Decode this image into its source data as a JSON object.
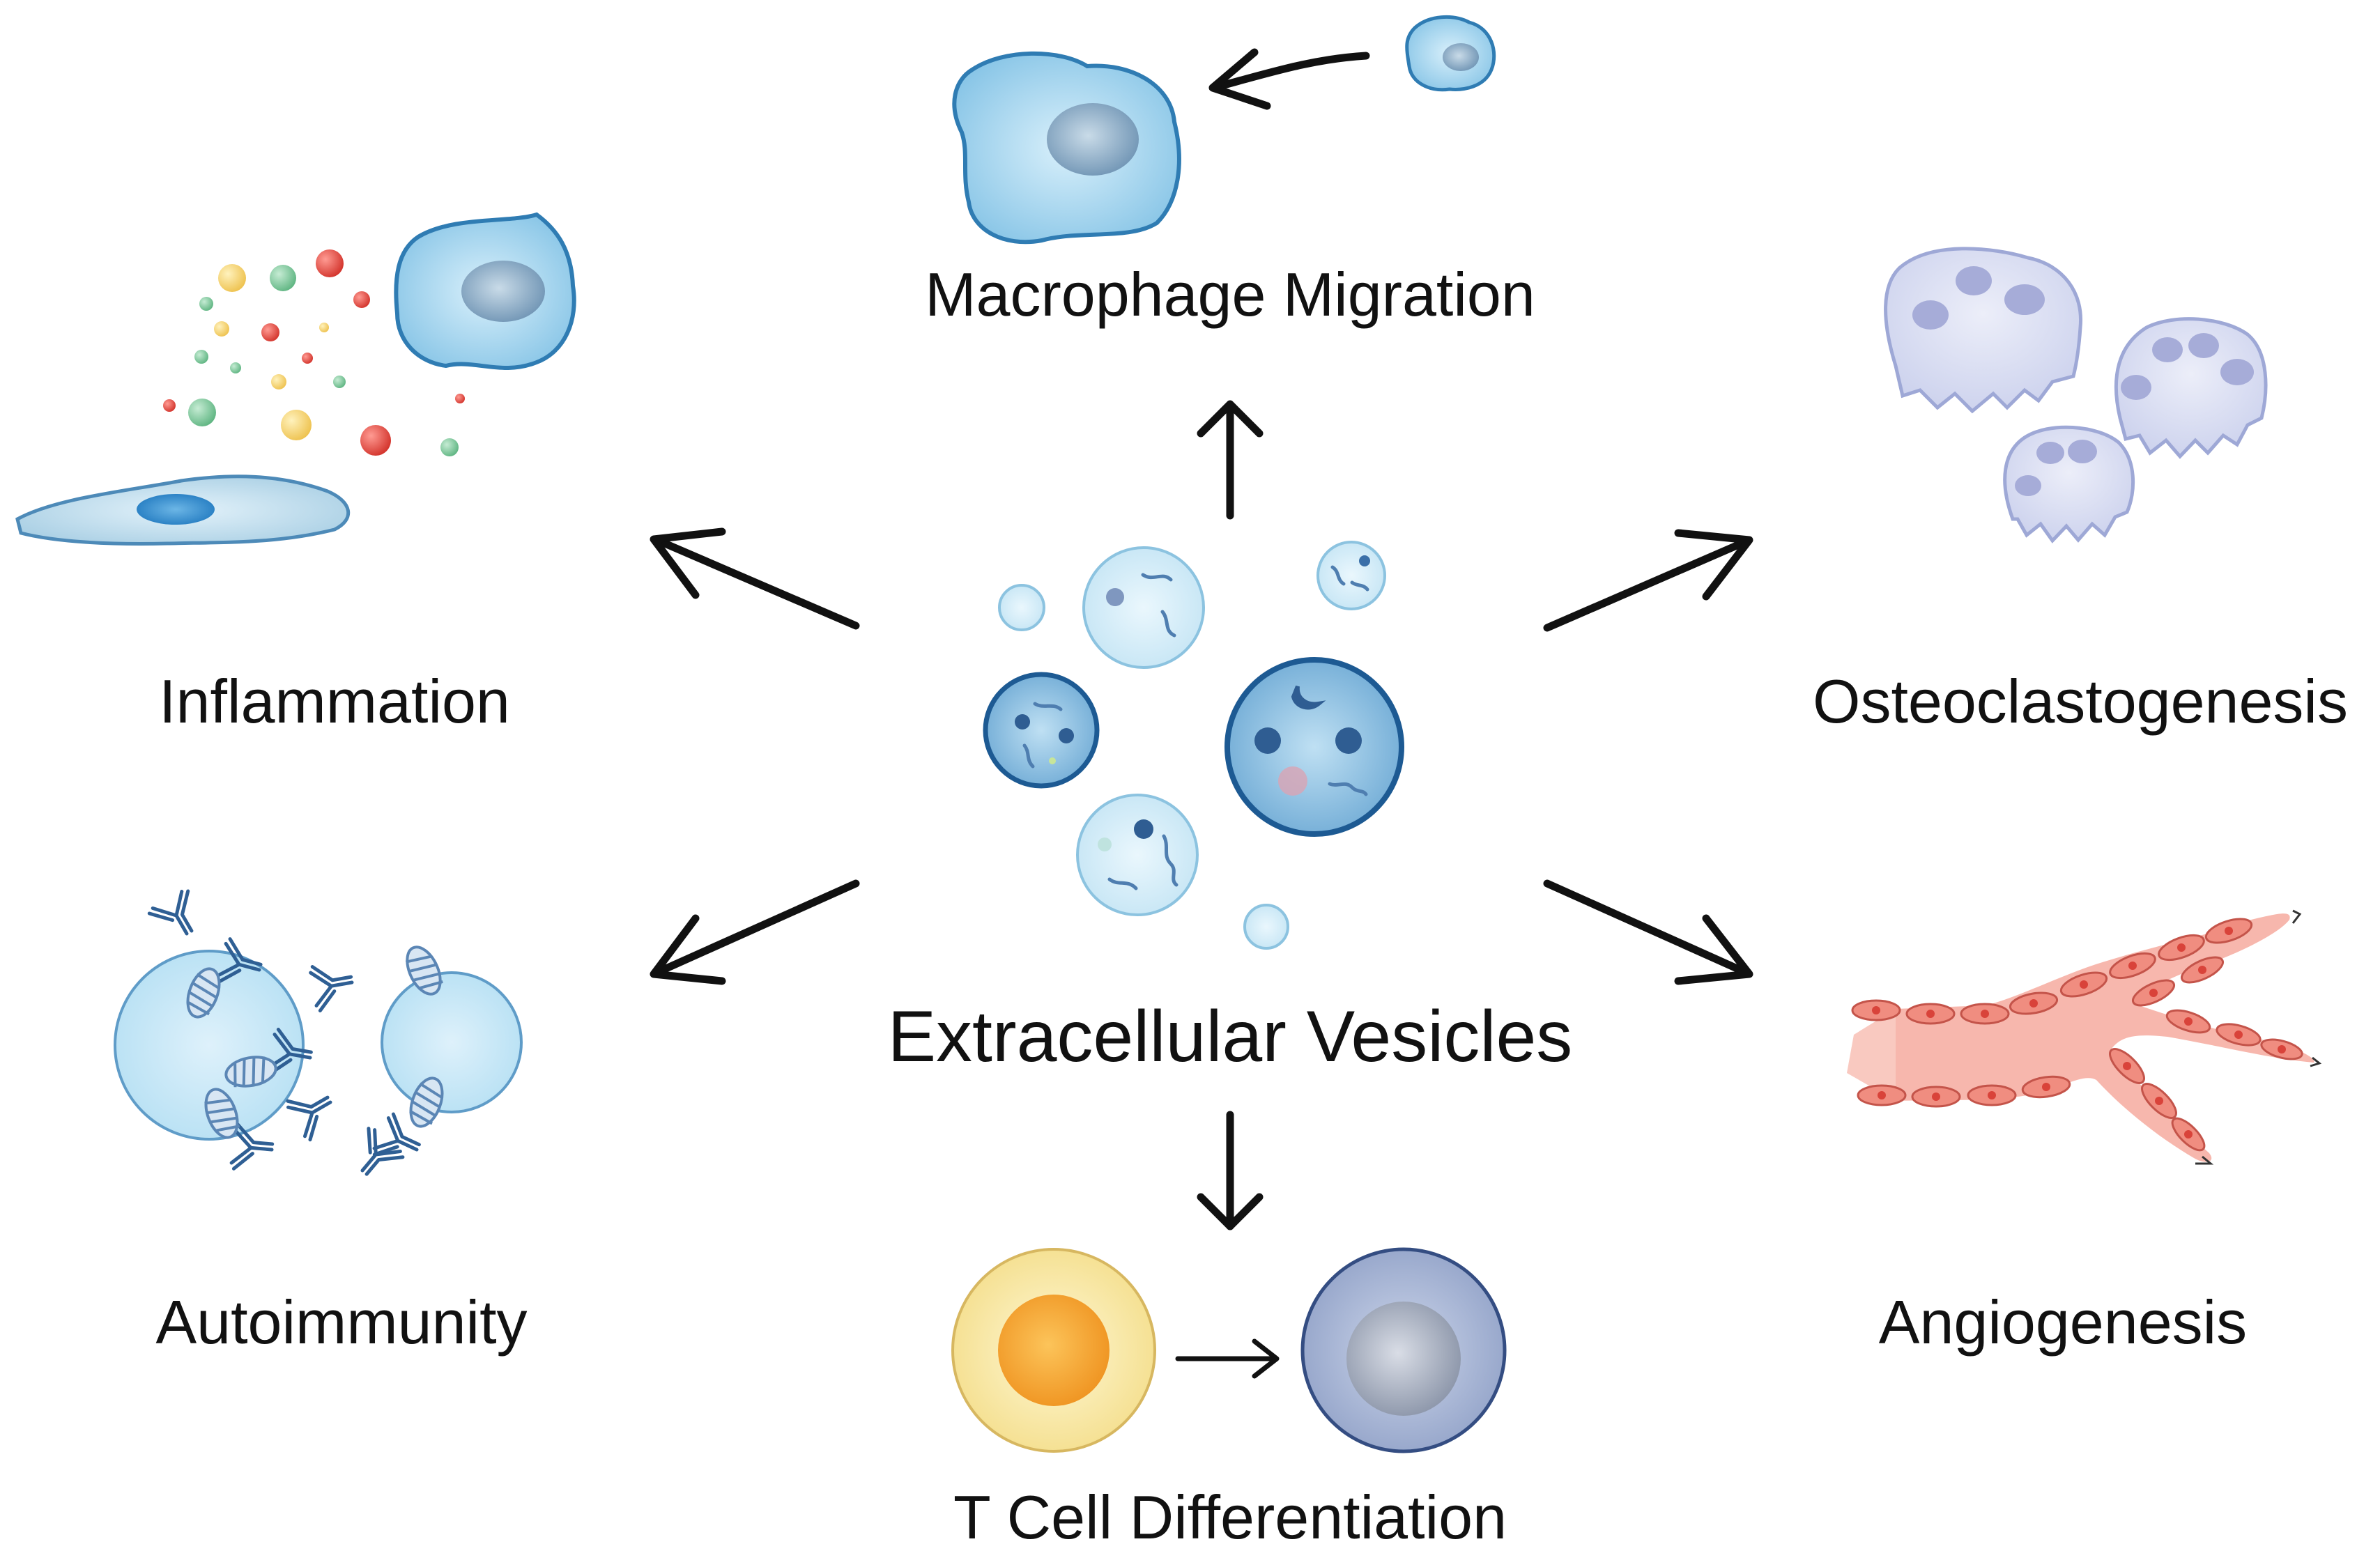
{
  "center": {
    "label": "Extracellular Vesicles"
  },
  "outcomes": {
    "macrophage_migration": "Macrophage Migration",
    "inflammation": "Inflammation",
    "osteoclastogenesis": "Osteoclastogenesis",
    "autoimmunity": "Autoimmunity",
    "angiogenesis": "Angiogenesis",
    "t_cell_differentiation": "T Cell Differentiation"
  },
  "colors": {
    "vesicle_light": "#d6eef9",
    "vesicle_dark": "#7fb5db",
    "vesicle_outline": "#1d5a93",
    "macrophage": "#a9d8f0",
    "osteoclast": "#d6daf2",
    "t_cell_naive": "#fbe9a6",
    "t_cell_naive_nucleus": "#f6a32a",
    "t_cell_diff": "#aab7d6",
    "endothelium": "#f7b7ad",
    "cytokine_red": "#e0443c",
    "cytokine_green": "#7cc79a",
    "cytokine_yellow": "#f3d46f"
  }
}
